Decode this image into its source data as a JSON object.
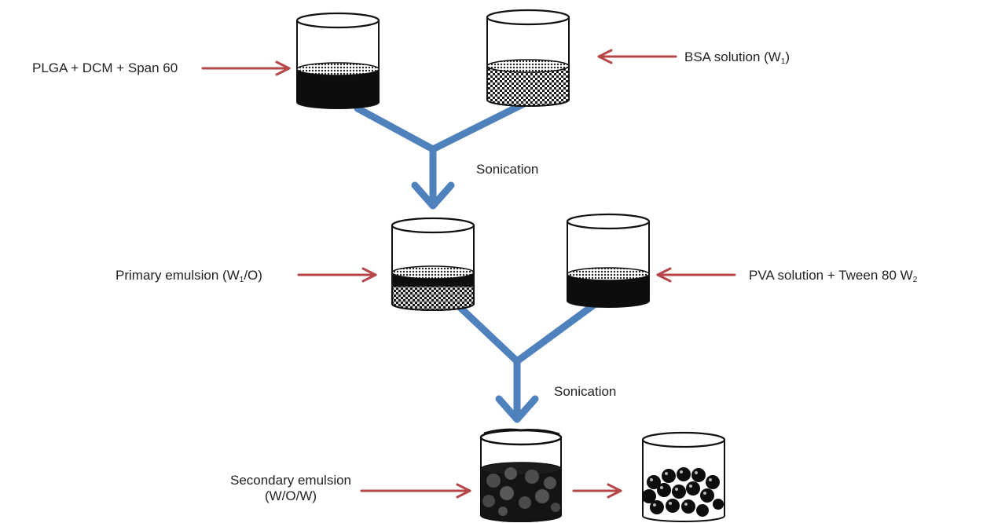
{
  "colors": {
    "arrow": "#b5474a",
    "flow": "#4f81bd",
    "ink": "#231f20"
  },
  "labels": {
    "plga": "PLGA + DCM + Span 60",
    "bsa_main": "BSA solution (W",
    "bsa_sub": "1",
    "bsa_end": ")",
    "sonication_1": "Sonication",
    "primary_main": "Primary emulsion (W",
    "primary_sub": "1",
    "primary_end": "/O)",
    "pva_main": "PVA solution + Tween 80 W",
    "pva_sub": "2",
    "sonication_2": "Sonication",
    "secondary_line1": "Secondary emulsion",
    "secondary_line2": "(W/O/W)"
  },
  "icons": [
    "beaker-organic-icon",
    "beaker-aqueous-icon",
    "beaker-primary-emulsion-icon",
    "beaker-pva-icon",
    "beaker-secondary-emulsion-icon",
    "beaker-microspheres-icon"
  ]
}
